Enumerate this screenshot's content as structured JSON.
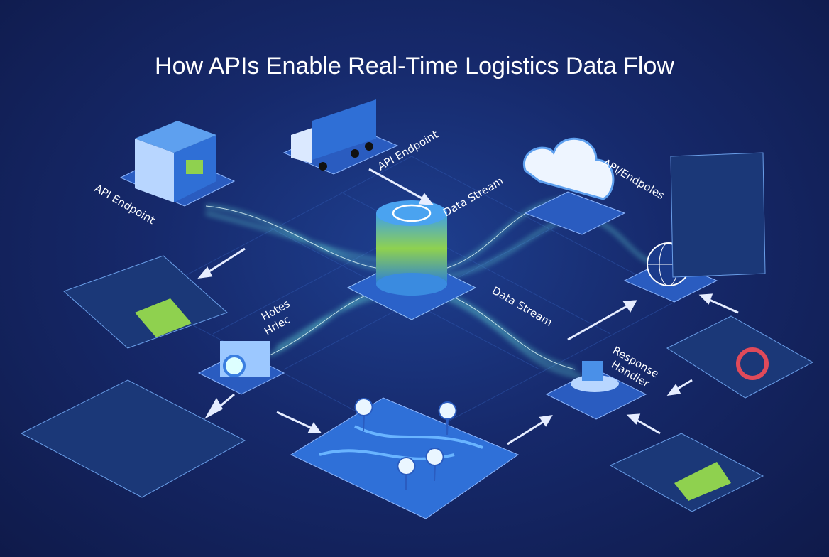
{
  "title": "How APIs Enable Real-Time Logistics Data Flow",
  "labels": {
    "api_endpoint_left": "API Endpoint",
    "api_endpoint_truck": "API Endpoint",
    "api_endpoles_cloud": "API/Endpoles",
    "data_stream_top": "Data Stream",
    "data_stream_bottom": "Data Stream",
    "hotes_line1": "Hotes",
    "hotes_line2": "Hriec",
    "response_line1": "Response",
    "response_line2": "Handler"
  },
  "colors": {
    "background": "#16296b",
    "stream": "#5fe8e0",
    "accent_green": "#8fd14f",
    "node_blue": "#3a7ee0"
  }
}
